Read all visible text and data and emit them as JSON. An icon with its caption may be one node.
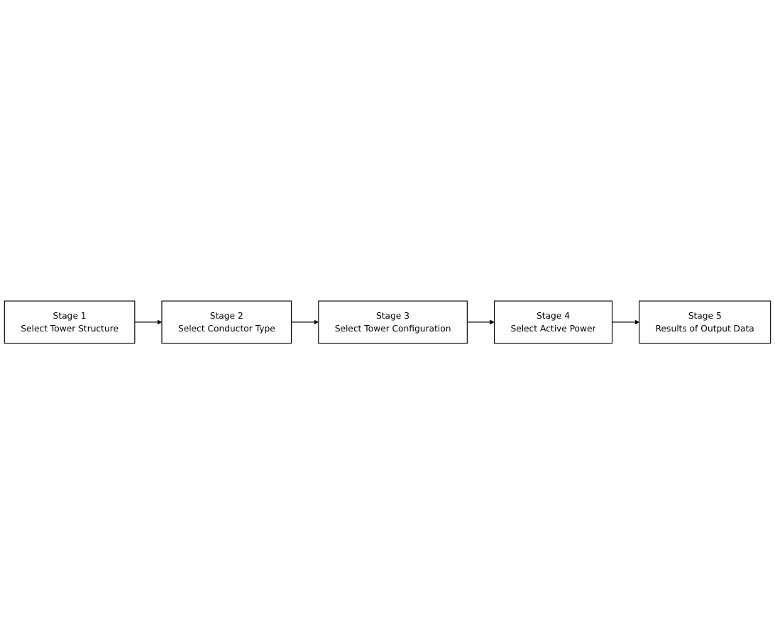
{
  "diagram": {
    "nodes": [
      {
        "text": [
          "Stage 1",
          "Select Tower Structure"
        ]
      },
      {
        "text": [
          "Stage 2",
          "Select Conductor Type"
        ]
      },
      {
        "text": [
          "Stage 3",
          "Select Tower Configuration"
        ]
      },
      {
        "text": [
          "Stage 4",
          "Select Active Power"
        ]
      },
      {
        "text": [
          "Stage 5",
          "Results of Output Data"
        ]
      }
    ],
    "edges": [
      {
        "from": 0,
        "to": 1,
        "arrow": "to"
      },
      {
        "from": 1,
        "to": 2,
        "arrow": "to"
      },
      {
        "from": 2,
        "to": 3,
        "arrow": "to"
      },
      {
        "from": 3,
        "to": 4,
        "arrow": "to"
      }
    ]
  }
}
